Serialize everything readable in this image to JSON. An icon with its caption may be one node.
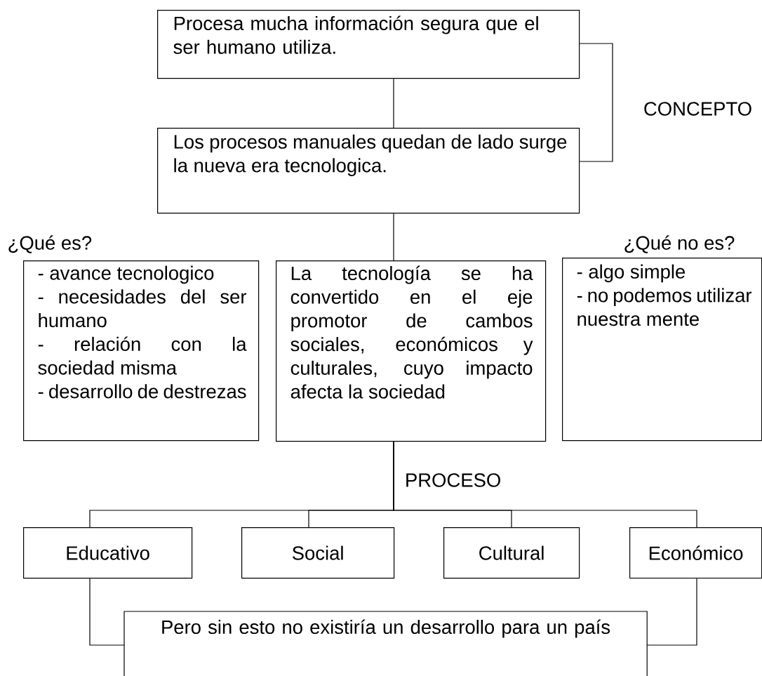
{
  "diagram": {
    "nodes": [
      {
        "text": [
          "Procesa mucha información segura que el ser humano utiliza."
        ]
      },
      {
        "text": [
          "Los procesos manuales quedan de lado surge la nueva era tecnologica."
        ]
      },
      {
        "text": [
          "¿Qué es?",
          "- avance tecnologico",
          "- necesidades del ser humano",
          "- relación con la sociedad misma",
          "- desarrollo de destrezas"
        ]
      },
      {
        "text": [
          "La tecnología se ha convertido en el eje promotor de cambos sociales, económicos y culturales, cuyo impacto afecta la sociedad"
        ]
      },
      {
        "text": [
          "¿Qué no es?",
          "- algo simple",
          "- no podemos utilizar nuestra mente"
        ]
      },
      {
        "text": [
          "Educativo"
        ]
      },
      {
        "text": [
          "Social"
        ]
      },
      {
        "text": [
          "Cultural"
        ]
      },
      {
        "text": [
          "Económico"
        ]
      },
      {
        "text": [
          "Pero sin esto no existiría un desarrollo para un país"
        ]
      }
    ],
    "edges": [
      {
        "from": 0,
        "to": 1,
        "arrow": "none"
      },
      {
        "from": 0,
        "to": 1,
        "arrow": "none",
        "label": "CONCEPTO"
      },
      {
        "from": 1,
        "to": 3,
        "arrow": "none"
      },
      {
        "from": 3,
        "to": 5,
        "arrow": "none"
      },
      {
        "from": 3,
        "to": 6,
        "arrow": "none"
      },
      {
        "from": 3,
        "to": 7,
        "arrow": "none"
      },
      {
        "from": 3,
        "to": 8,
        "arrow": "none"
      },
      {
        "from": 5,
        "to": 9,
        "arrow": "none"
      },
      {
        "from": 8,
        "to": 9,
        "arrow": "none"
      }
    ],
    "labels": [
      "PROCESO"
    ]
  }
}
